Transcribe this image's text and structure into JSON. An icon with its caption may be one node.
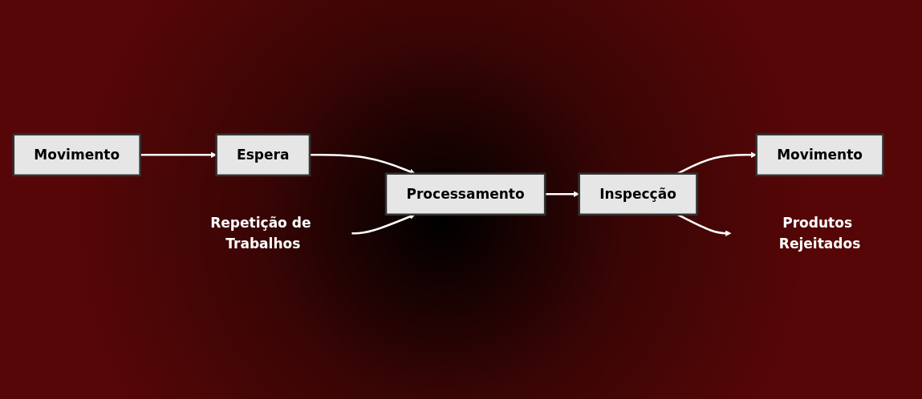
{
  "diagram": {
    "nodes": [
      {
        "text": [
          "Movimento"
        ]
      },
      {
        "text": [
          "Espera"
        ]
      },
      {
        "text": [
          "Processamento"
        ]
      },
      {
        "text": [
          "Inspecção"
        ]
      },
      {
        "text": [
          "Movimento"
        ]
      },
      {
        "text": [
          "Produtos Rejeitados"
        ]
      },
      {
        "text": [
          "Repetição de Trabalhos"
        ]
      }
    ],
    "edges": [
      {
        "from": 0,
        "to": 1,
        "arrow": "to"
      },
      {
        "from": 1,
        "to": 2,
        "arrow": "to"
      },
      {
        "from": 2,
        "to": 3,
        "arrow": "to"
      },
      {
        "from": 3,
        "to": 4,
        "arrow": "to"
      },
      {
        "from": 3,
        "to": 5,
        "arrow": "to"
      },
      {
        "from": 6,
        "to": 2,
        "arrow": "to"
      }
    ]
  }
}
